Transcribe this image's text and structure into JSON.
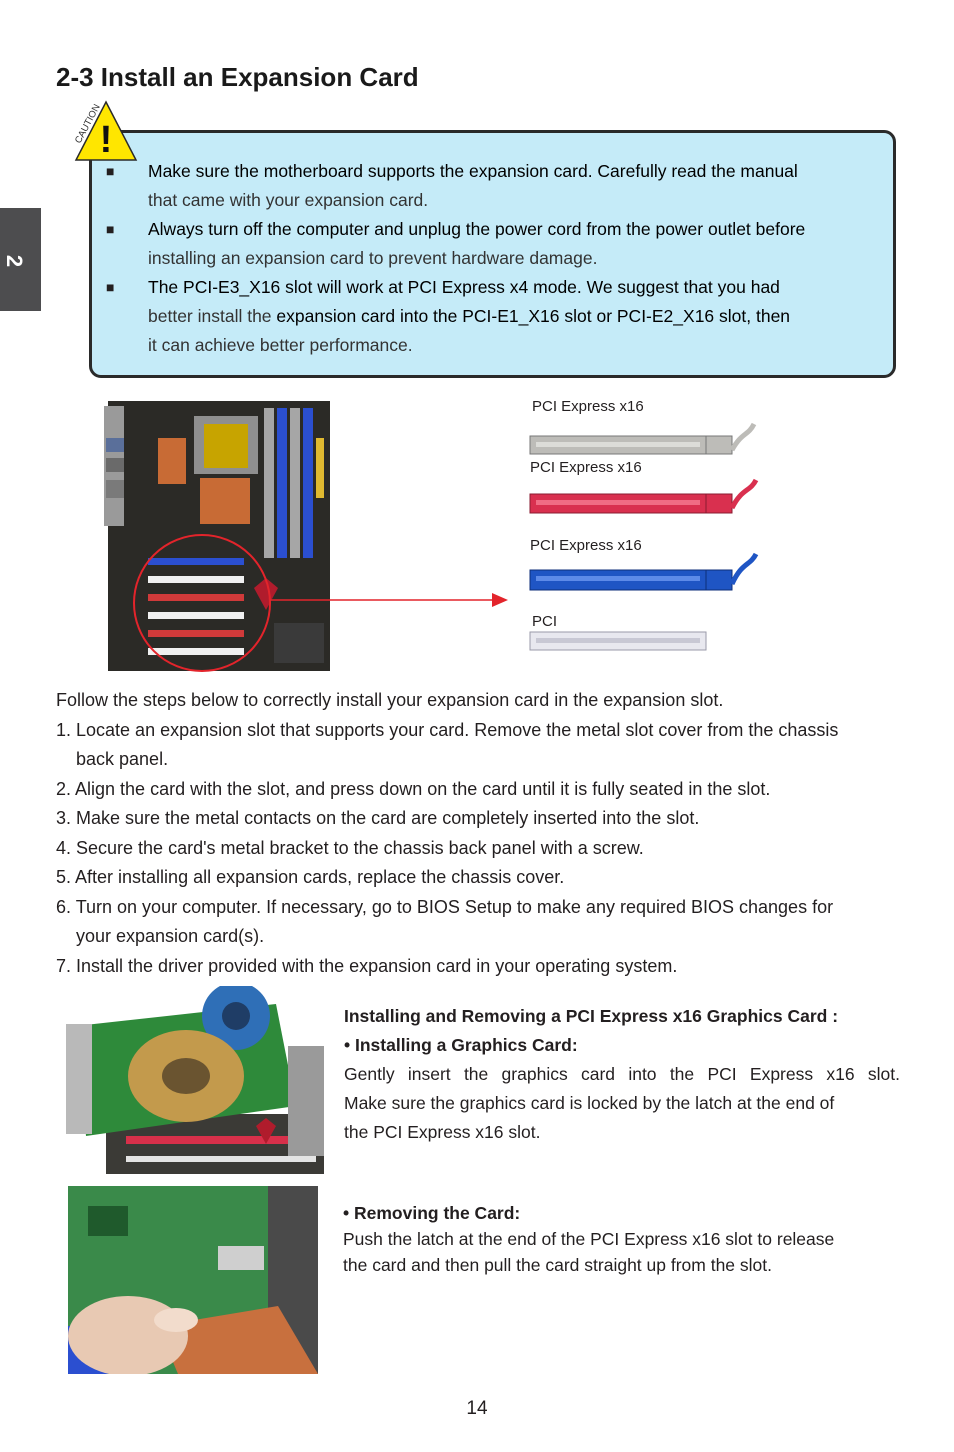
{
  "side_tab": "2",
  "title": "2-3 Install an Expansion Card",
  "caution": {
    "label": "CAUTION",
    "items": [
      {
        "first": "Make sure the motherboard supports the expansion card. Carefully read the manual",
        "rest": "that came with your expansion card."
      },
      {
        "first": "Always turn off the computer and unplug the power cord from the power outlet before",
        "rest": "installing an expansion card to prevent hardware damage."
      },
      {
        "first": "The PCI-E3_X16 slot will work at PCI Express x4 mode. We suggest that you had",
        "rest_a": "better install the ",
        "rest_b": "expansion card into the PCI-E1_X16 slot or PCI-E2_X16 slot, then",
        "rest_c": "it can achieve better performance."
      }
    ]
  },
  "slots": [
    {
      "label": "PCI Express x16",
      "color": "#bdbcb8"
    },
    {
      "label": "PCI Express x16",
      "color": "#d9304f"
    },
    {
      "label": "PCI Express x16",
      "color": "#1f55c4"
    },
    {
      "label": "PCI",
      "color": "#e8e8ef"
    }
  ],
  "steps": {
    "intro": "Follow the steps below to correctly install your expansion card in the expansion slot.",
    "s1a": "1. Locate an expansion slot that supports your card. Remove the metal slot cover from the chassis",
    "s1b": "back panel.",
    "s2": "2. Align the card with the slot, and press down on the card until it is fully seated in the slot.",
    "s3": "3. Make sure the metal contacts on the card are completely inserted into the slot.",
    "s4": "4. Secure the card's metal bracket to the chassis back panel with a screw.",
    "s5": "5. After installing all expansion cards, replace the chassis cover.",
    "s6a": "6. Turn on your computer. If necessary, go to BIOS Setup to make any required BIOS changes for",
    "s6b": "your expansion card(s).",
    "s7": "7. Install the driver provided with the expansion card in your operating system."
  },
  "graphics": {
    "heading": "Installing and Removing a PCI Express x16 Graphics Card :",
    "install_heading": "• Installing a Graphics Card:",
    "install_l1": "Gently insert the graphics card into the PCI Express x16 slot.",
    "install_l2": "Make sure the graphics card is locked by the latch at the end of",
    "install_l3": "the PCI Express x16 slot.",
    "remove_heading": "• Removing the Card:",
    "remove_l1": "Push the latch at the end of the PCI Express x16 slot to release",
    "remove_l2": "the card and then pull the card straight up from the slot."
  },
  "page_number": "14"
}
